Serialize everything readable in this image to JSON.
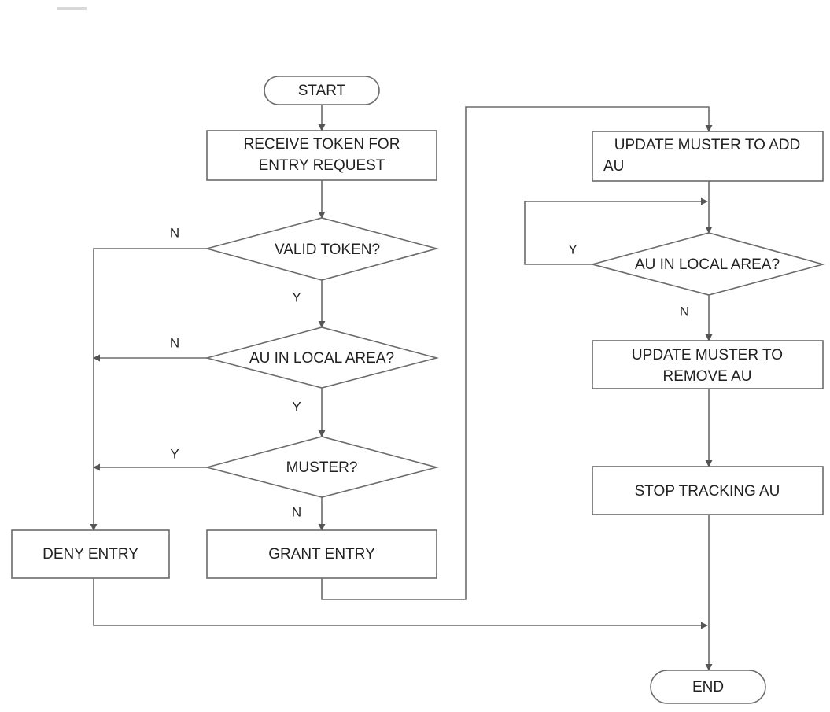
{
  "nodes": {
    "start": {
      "text": "START"
    },
    "receive_token": {
      "line1": "RECEIVE TOKEN FOR",
      "line2": "ENTRY REQUEST"
    },
    "valid_token": {
      "text": "VALID TOKEN?"
    },
    "au_local_1": {
      "text": "AU IN LOCAL AREA?"
    },
    "muster": {
      "text": "MUSTER?"
    },
    "deny_entry": {
      "text": "DENY ENTRY"
    },
    "grant_entry": {
      "text": "GRANT ENTRY"
    },
    "update_add": {
      "line1": "UPDATE MUSTER TO ADD",
      "line2": "AU"
    },
    "au_local_2": {
      "text": "AU IN LOCAL AREA?"
    },
    "update_remove": {
      "line1": "UPDATE MUSTER TO",
      "line2": "REMOVE AU"
    },
    "stop_tracking": {
      "text": "STOP TRACKING AU"
    },
    "end": {
      "text": "END"
    }
  },
  "edge_labels": {
    "valid_no": "N",
    "valid_yes": "Y",
    "local1_no": "N",
    "local1_yes": "Y",
    "muster_yes": "Y",
    "muster_no": "N",
    "local2_yes": "Y",
    "local2_no": "N"
  }
}
